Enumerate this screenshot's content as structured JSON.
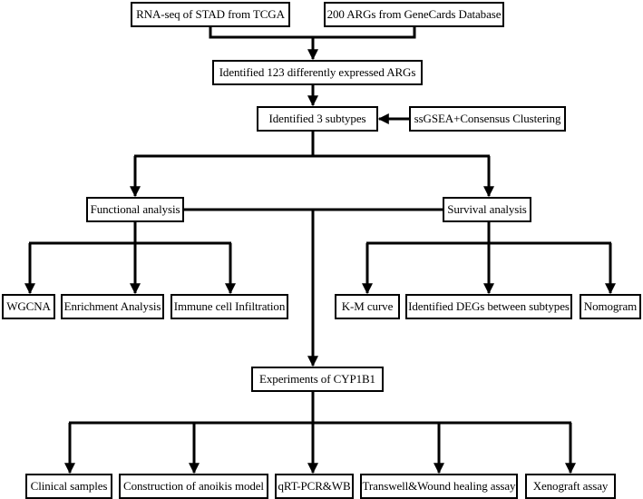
{
  "nodes": {
    "rna_seq": "RNA-seq of STAD from TCGA",
    "args_genecards": "200 ARGs from GeneCards Database",
    "identified_args": "Identified 123 differently expressed ARGs",
    "subtypes": "Identified 3 subtypes",
    "ssgsea": "ssGSEA+Consensus Clustering",
    "functional": "Functional analysis",
    "survival": "Survival analysis",
    "wgcna": "WGCNA",
    "enrichment": "Enrichment Analysis",
    "immune": "Immune cell Infiltration",
    "km_curve": "K-M curve",
    "degs_subtypes": "Identified DEGs between subtypes",
    "nomogram": "Nomogram",
    "experiments": "Experiments of CYP1B1",
    "clinical": "Clinical samples",
    "anoikis_model": "Construction of anoikis model",
    "qrt_pcr": "qRT-PCR&WB",
    "transwell": "Transwell&Wound healing assay",
    "xenograft": "Xenograft assay"
  },
  "colors": {
    "line": "#000000",
    "box_border": "#000000",
    "background": "#ffffff"
  }
}
